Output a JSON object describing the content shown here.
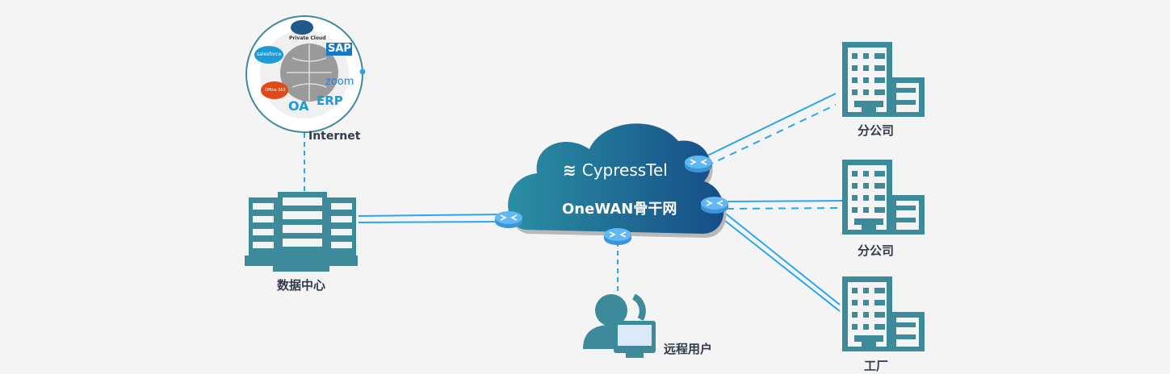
{
  "internet": {
    "label": "Internet",
    "apps": [
      "Private Cloud",
      "salesforce",
      "SAP",
      "zoom",
      "Office 365",
      "OA",
      "ERP"
    ]
  },
  "datacenter": {
    "label": "数据中心"
  },
  "backbone": {
    "brand": "CypressTel",
    "title": "OneWAN骨干网"
  },
  "remote": {
    "label": "远程用户"
  },
  "sites": [
    {
      "label": "分公司"
    },
    {
      "label": "分公司"
    },
    {
      "label": "工厂"
    }
  ],
  "colors": {
    "teal": "#3d8a9b",
    "link": "#2aa6ee",
    "cloud_start": "#2a8fa3",
    "cloud_end": "#164d87"
  }
}
